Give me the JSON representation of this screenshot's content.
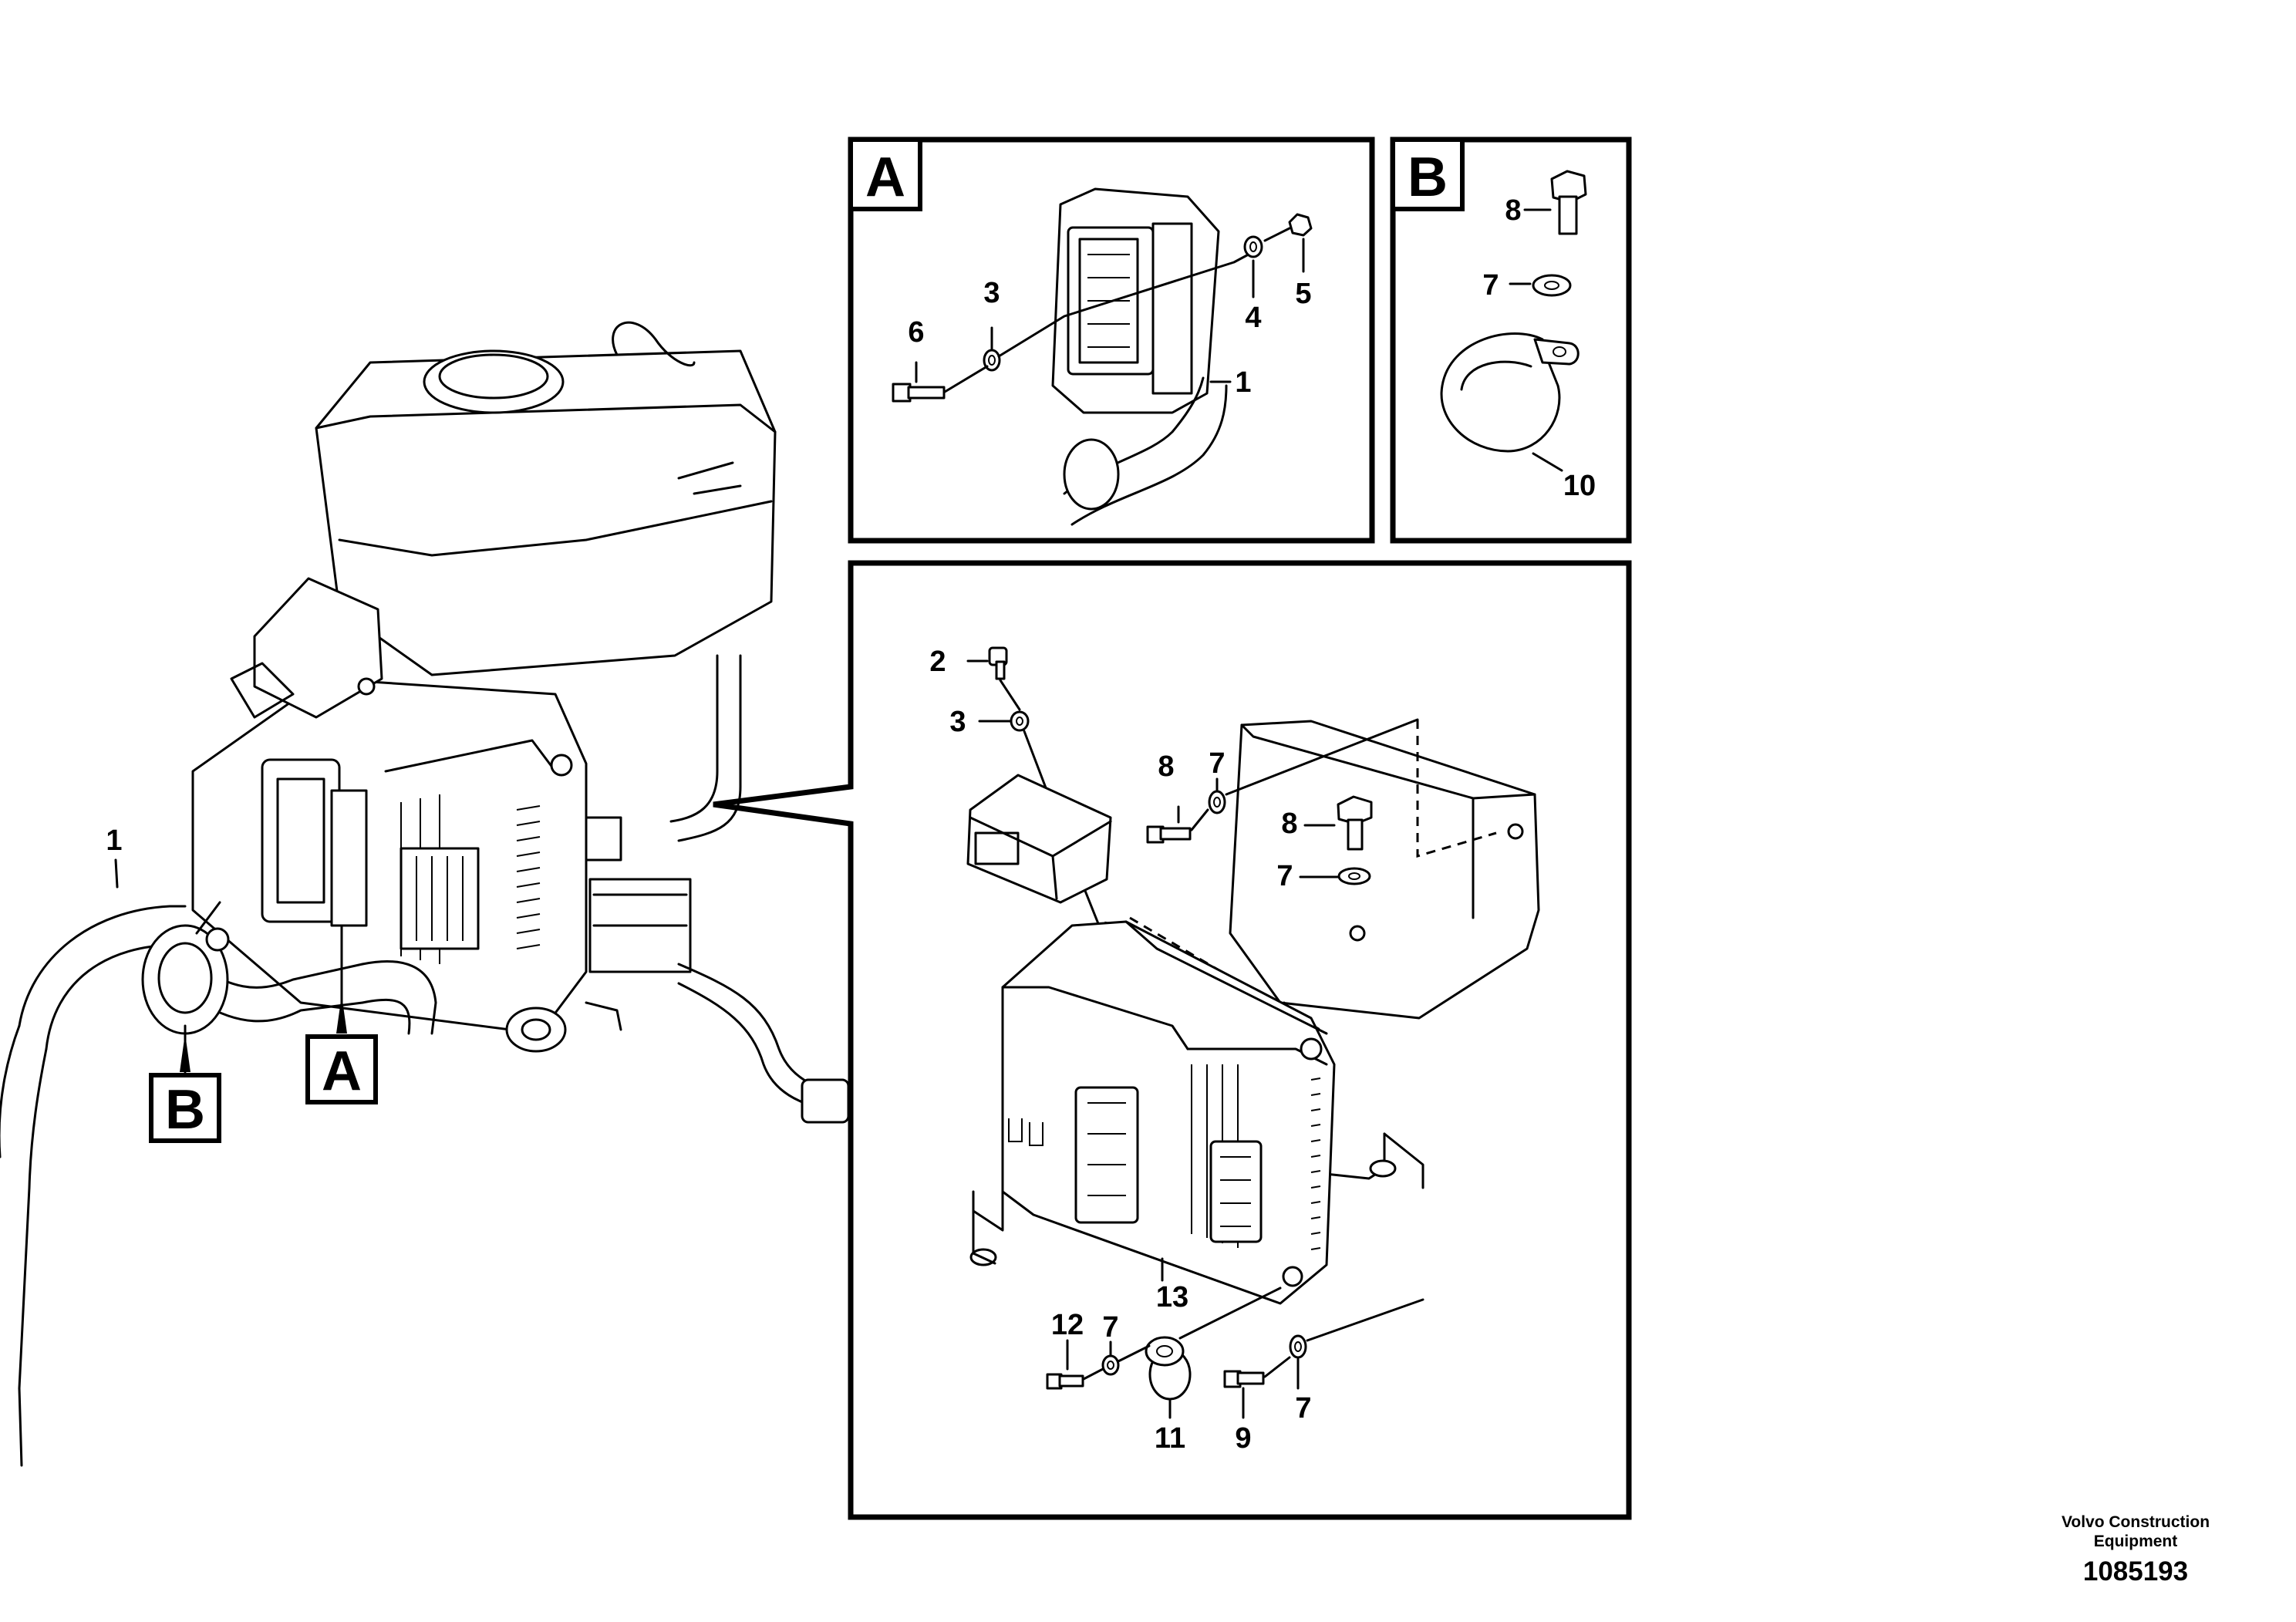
{
  "callouts": {
    "main_1": "1",
    "main_A": "A",
    "main_B": "B",
    "panelA_title": "A",
    "panelA_1": "1",
    "panelA_3": "3",
    "panelA_4": "4",
    "panelA_5": "5",
    "panelA_6": "6",
    "panelB_title": "B",
    "panelB_7": "7",
    "panelB_8": "8",
    "panelB_10": "10",
    "detail_2": "2",
    "detail_3": "3",
    "detail_7a": "7",
    "detail_8a": "8",
    "detail_8b": "8",
    "detail_7b": "7",
    "detail_13": "13",
    "detail_12": "12",
    "detail_7c": "7",
    "detail_11": "11",
    "detail_9": "9",
    "detail_7d": "7"
  },
  "footer": {
    "company": "Volvo Construction Equipment",
    "drawing_number": "1085193"
  }
}
